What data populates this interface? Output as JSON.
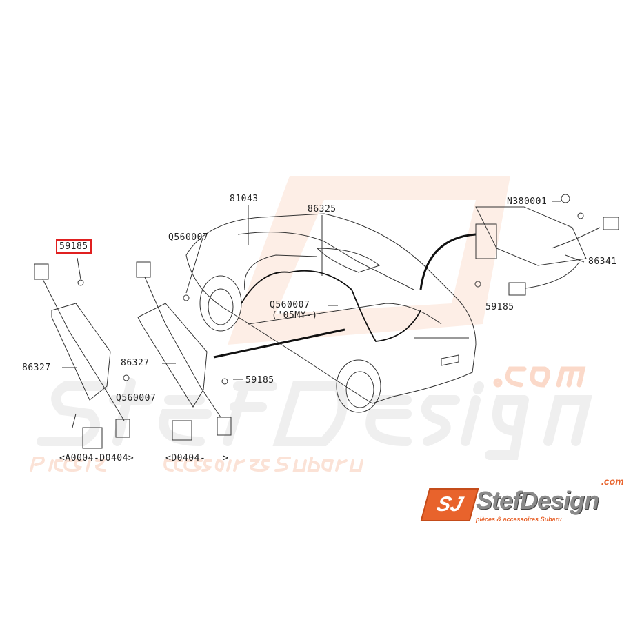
{
  "watermark": {
    "brand": "StefDesign",
    "domain": ".com",
    "tagline": "pièces & accessoires Subaru"
  },
  "logo": {
    "badge": "SJ",
    "brand": "StefDesign",
    "domain": ".com",
    "tagline": "pièces & accessoires Subaru",
    "accent_color": "#e8632c"
  },
  "parts": {
    "p59185_highlighted": "59185",
    "p86327_left": "86327",
    "p86327_mid": "86327",
    "q560007_left": "Q560007",
    "q560007_top": "Q560007",
    "q560007_center": "Q560007",
    "my05_note": "('05MY-)",
    "p59185_mid": "59185",
    "p59185_right": "59185",
    "p81043": "81043",
    "p86325": "86325",
    "n380001": "N380001",
    "p86341": "86341"
  },
  "ranges": {
    "left": "<A0004-D0404>",
    "mid": "<D0404-   >"
  },
  "highlight_color": "#e02020"
}
